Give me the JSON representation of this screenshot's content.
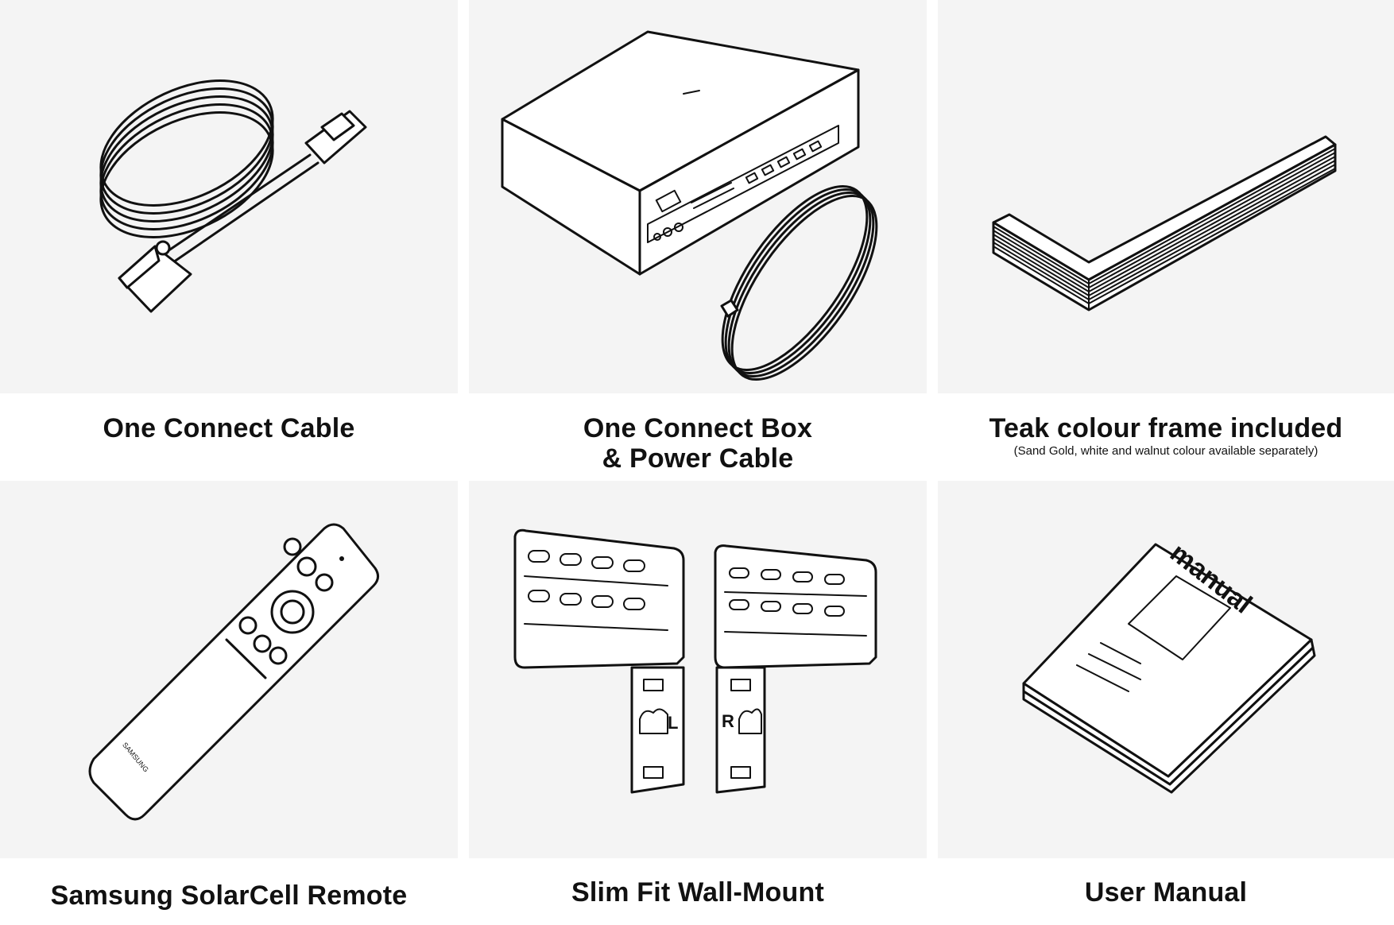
{
  "items": [
    {
      "label": "One Connect Cable",
      "icon": "hdmi-cable-coil-icon"
    },
    {
      "label_line1": "One Connect Box",
      "label_line2": "& Power Cable",
      "icon": "one-connect-box-icon"
    },
    {
      "label": "Teak colour frame included",
      "note": "(Sand Gold, white and walnut colour available separately)",
      "icon": "teak-frame-corner-icon"
    },
    {
      "label": "Samsung SolarCell Remote",
      "icon": "solarcell-remote-icon",
      "brand": "SAMSUNG"
    },
    {
      "label": "Slim Fit Wall-Mount",
      "icon": "wall-mount-brackets-icon",
      "left_mark": "L",
      "right_mark": "R"
    },
    {
      "label": "User Manual",
      "icon": "user-manual-booklet-icon",
      "cover_text": "manual"
    }
  ]
}
